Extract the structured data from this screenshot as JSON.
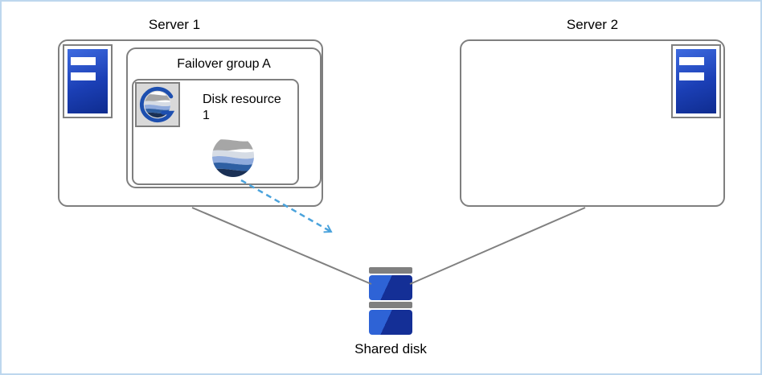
{
  "labels": {
    "server1": "Server 1",
    "server2": "Server 2",
    "failover_group": "Failover group A",
    "disk_resource": "Disk resource 1",
    "shared_disk": "Shared disk"
  },
  "icons": {
    "server1_icon": "server-tower-icon",
    "server2_icon": "server-tower-icon",
    "group_icon": "cluster-group-icon",
    "disk_resource_icon": "disk-sphere-icon",
    "shared_disk_icon": "disk-array-icon"
  },
  "colors": {
    "frame_border": "#BDD7EE",
    "box_border_gray": "#7F7F7F",
    "server_blue_light": "#3E6BE0",
    "server_blue_dark": "#0F2C8F",
    "arrow_blue": "#4BA3DC",
    "sphere_gray": "#A6A6A6",
    "sphere_light_blue": "#8FAADC",
    "sphere_mid_blue": "#2E5FA3",
    "sphere_navy": "#1A3055",
    "g_ring_blue": "#1D4FAF"
  }
}
